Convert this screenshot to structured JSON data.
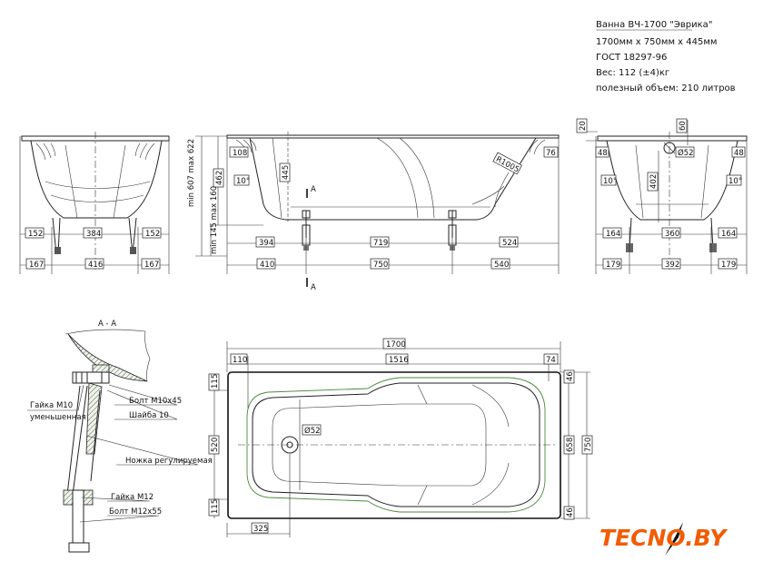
{
  "info": {
    "title": "Ванна ВЧ-1700 \"Эврика\"",
    "size": "1700мм x 750мм x 445мм",
    "standard": "ГОСТ 18297-96",
    "weight": "Вес: 112 (±4)кг",
    "volume": "полезный объем: 210 литров"
  },
  "left_view": {
    "d1": "152",
    "d2": "384",
    "d3": "152",
    "d4": "167",
    "d5": "416",
    "d6": "167"
  },
  "side_view": {
    "height_total": "min 607 max 622",
    "h462": "462",
    "leg_h": "min 145 max 160",
    "d108": "108",
    "d445": "445",
    "angle": "10°",
    "radius": "R1005",
    "d76": "76",
    "d394": "394",
    "d719": "719",
    "d524": "524",
    "d410": "410",
    "d750": "750",
    "d540": "540",
    "section_mark": "A"
  },
  "right_view": {
    "d20": "20",
    "d60": "60",
    "d48a": "48",
    "d48b": "48",
    "drain": "Ø52",
    "d402": "402",
    "angle_l": "10°",
    "angle_r": "10°",
    "d164a": "164",
    "d360": "360",
    "d164b": "164",
    "d179a": "179",
    "d392": "392",
    "d179b": "179"
  },
  "plan_view": {
    "d1700": "1700",
    "d1516": "1516",
    "d110": "110",
    "d74": "74",
    "d115a": "115",
    "d520": "520",
    "d115b": "115",
    "d46a": "46",
    "d46b": "46",
    "d658": "658",
    "d750": "750",
    "d325": "325",
    "drain": "Ø52"
  },
  "section": {
    "title": "A - A",
    "nut_m10": "Гайка М10",
    "nut_m10_2": "уменьшенная",
    "bolt_m10": "Болт М10х45",
    "washer": "Шайба 10",
    "leg": "Ножка регулируемая",
    "nut_m12": "Гайка М12",
    "bolt_m12": "Болт М12х55"
  },
  "logo": {
    "text": "TECNO.BY",
    "color": "#f25c05"
  }
}
